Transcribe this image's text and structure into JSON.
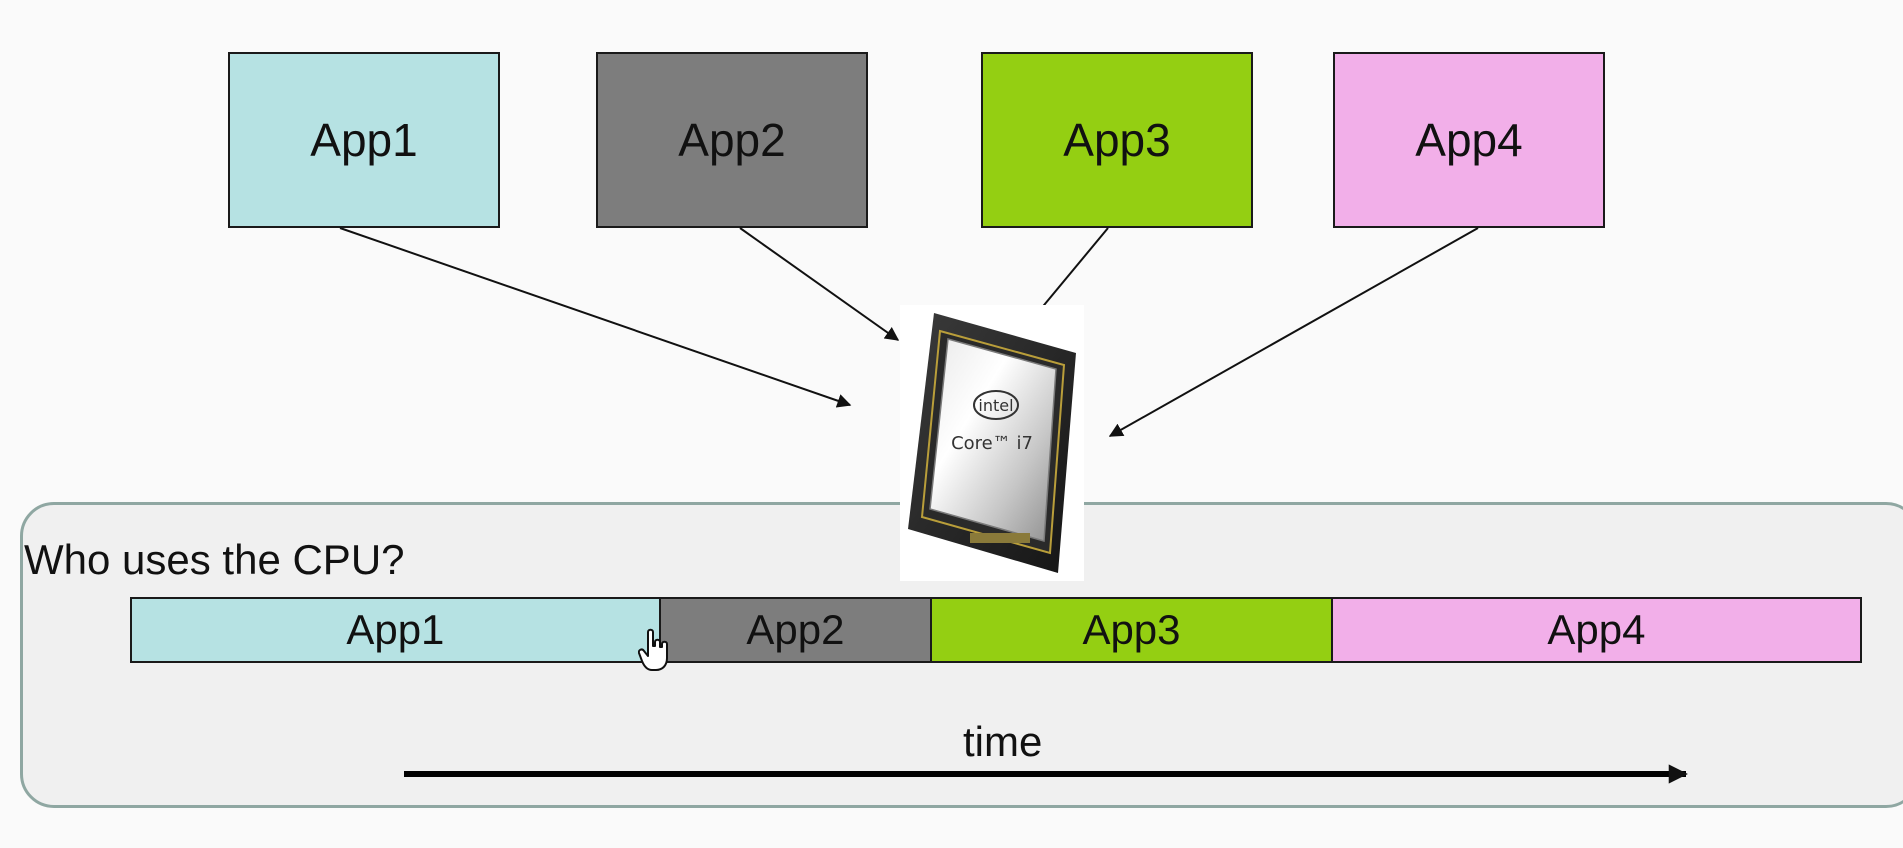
{
  "apps": [
    {
      "label": "App1",
      "color": "#b6e2e3"
    },
    {
      "label": "App2",
      "color": "#7d7d7d"
    },
    {
      "label": "App3",
      "color": "#94cf12"
    },
    {
      "label": "App4",
      "color": "#f2afe9"
    }
  ],
  "cpu": {
    "brand": "intel",
    "model": "Core™ i7",
    "icon": "cpu-chip-icon"
  },
  "panel": {
    "title": "Who uses the CPU?",
    "time_label": "time"
  },
  "timeline": [
    {
      "label": "App1",
      "color": "#b6e2e3",
      "share": 0.306
    },
    {
      "label": "App2",
      "color": "#7d7d7d",
      "share": 0.157
    },
    {
      "label": "App3",
      "color": "#94cf12",
      "share": 0.232
    },
    {
      "label": "App4",
      "color": "#f2afe9",
      "share": 0.305
    }
  ]
}
